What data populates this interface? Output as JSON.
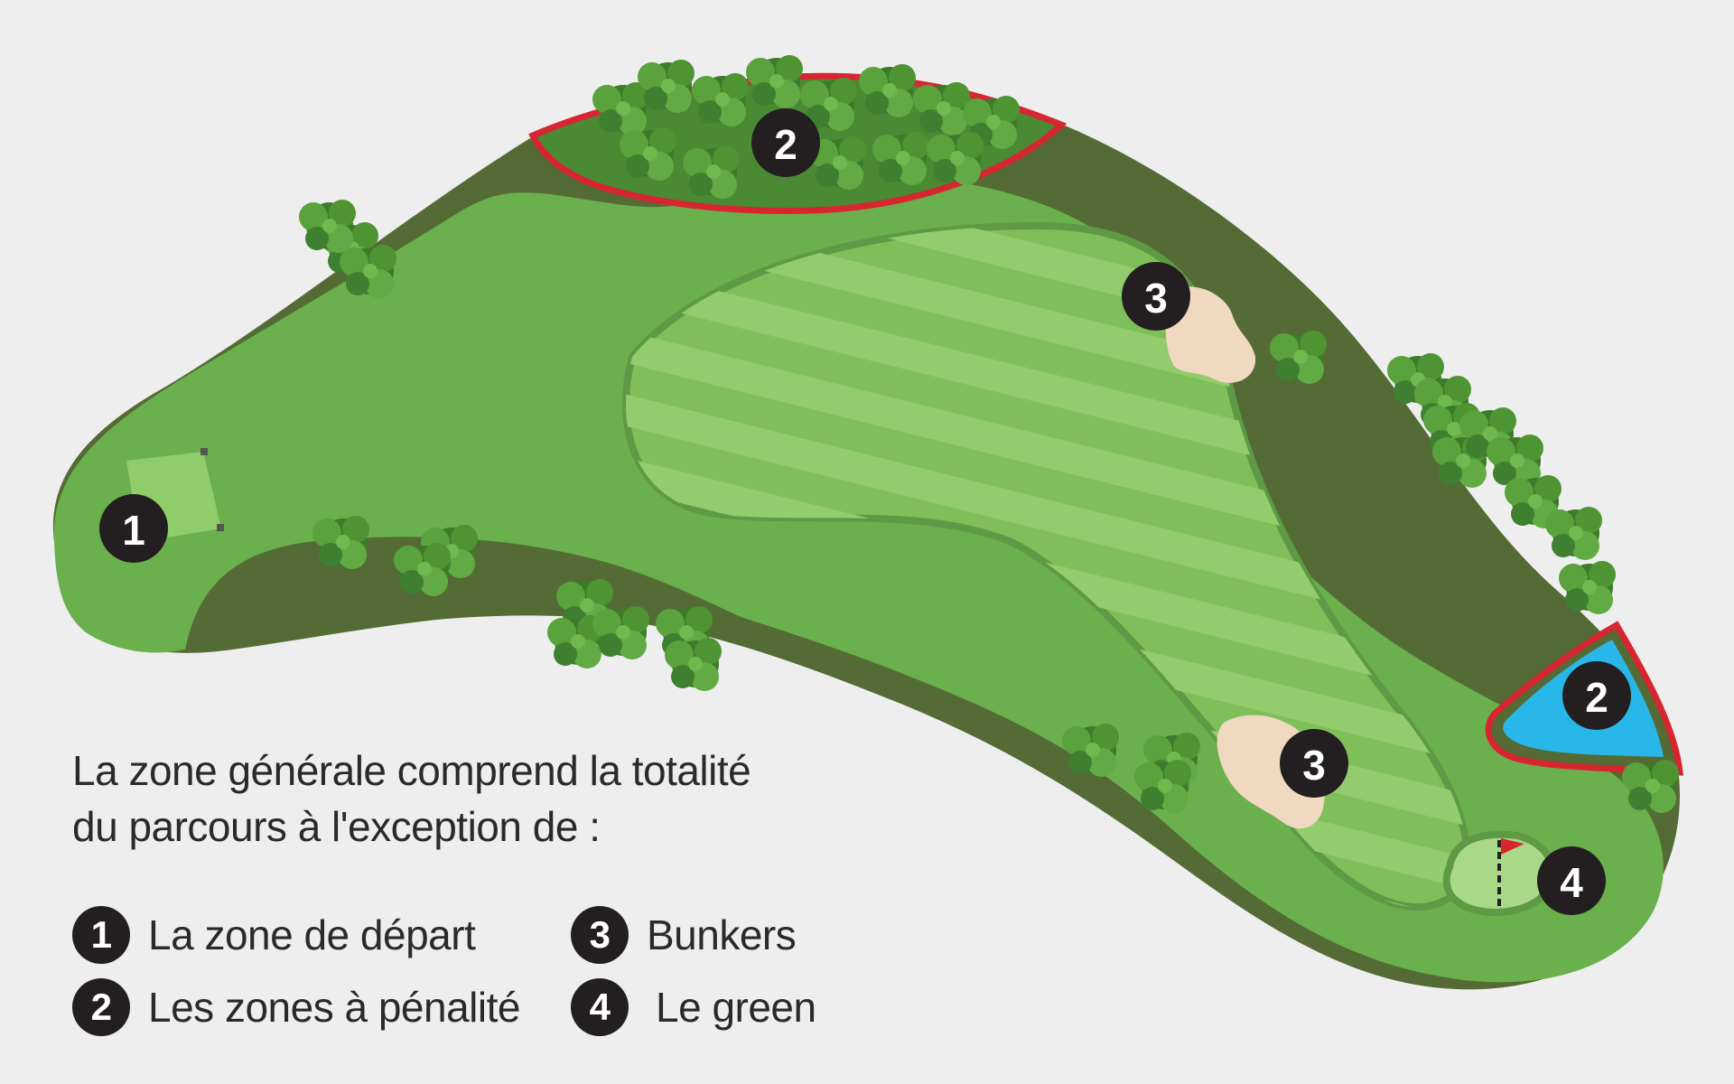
{
  "caption": {
    "line1": "La zone générale comprend la totalité",
    "line2": "du parcours à l'exception de :"
  },
  "legend": [
    {
      "number": "1",
      "label": "La zone de départ"
    },
    {
      "number": "2",
      "label": "Les zones à pénalité"
    },
    {
      "number": "3",
      "label": "Bunkers"
    },
    {
      "number": "4",
      "label": "Le green"
    }
  ],
  "map_markers": {
    "tee": "1",
    "penalty_trees": "2",
    "penalty_water": "2",
    "bunker_top": "3",
    "bunker_bottom": "3",
    "green": "4"
  },
  "colors": {
    "background": "#eeeeef",
    "rough": "#556b35",
    "light_rough": "#6ab04c",
    "fairway": "#7fbf5a",
    "fairway_stripe": "#93cc6c",
    "green": "#a8d888",
    "tee_box": "#8fcc6a",
    "bunker": "#f0d9c0",
    "water": "#29b7ea",
    "penalty_line": "#d7262f",
    "marker": "#231f20",
    "flag": "#d7262f"
  }
}
